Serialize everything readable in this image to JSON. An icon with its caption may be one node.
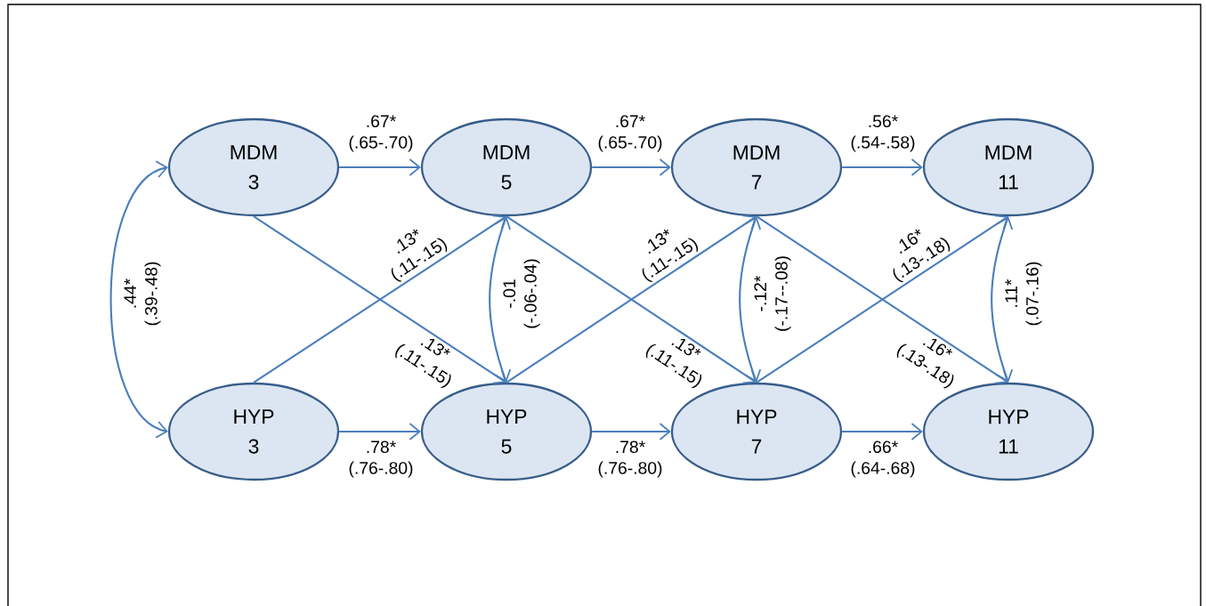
{
  "diagram": {
    "nodes": [
      {
        "text": [
          "MDM 3"
        ]
      },
      {
        "text": [
          "MDM 5"
        ]
      },
      {
        "text": [
          "MDM 7"
        ]
      },
      {
        "text": [
          "MDM 11"
        ]
      },
      {
        "text": [
          "HYP 3"
        ]
      },
      {
        "text": [
          "HYP 5"
        ]
      },
      {
        "text": [
          "HYP 7"
        ]
      },
      {
        "text": [
          "HYP 11"
        ]
      }
    ],
    "edges": [
      {
        "from": 0,
        "to": 1,
        "arrow": "to",
        "label": ".67* (.65-.70)"
      },
      {
        "from": 1,
        "to": 2,
        "arrow": "to",
        "label": ".67* (.65-.70)"
      },
      {
        "from": 2,
        "to": 3,
        "arrow": "to",
        "label": ".56* (.54-.58)"
      },
      {
        "from": 4,
        "to": 5,
        "arrow": "to",
        "label": ".78* (.76-.80)"
      },
      {
        "from": 5,
        "to": 6,
        "arrow": "to",
        "label": ".78* (.76-.80)"
      },
      {
        "from": 6,
        "to": 7,
        "arrow": "to",
        "label": ".66* (.64-.68)"
      },
      {
        "from": 0,
        "to": 5,
        "arrow": "to",
        "label": ".13* (.11-.15)"
      },
      {
        "from": 4,
        "to": 1,
        "arrow": "to",
        "label": ".13* (.11-.15)"
      },
      {
        "from": 1,
        "to": 6,
        "arrow": "to",
        "label": ".13* (.11-.15)"
      },
      {
        "from": 5,
        "to": 2,
        "arrow": "to",
        "label": ".13* (.11-.15)"
      },
      {
        "from": 2,
        "to": 7,
        "arrow": "to",
        "label": ".16* (.13-.18)"
      },
      {
        "from": 6,
        "to": 3,
        "arrow": "to",
        "label": ".16* (.13-.18)"
      },
      {
        "from": 0,
        "to": 4,
        "arrow": "both",
        "label": ".44* (.39-.48)"
      },
      {
        "from": 1,
        "to": 5,
        "arrow": "both",
        "label": "-.01 (-.06-.04)"
      },
      {
        "from": 2,
        "to": 6,
        "arrow": "both",
        "label": "-.12* (-.17--.08)"
      },
      {
        "from": 3,
        "to": 7,
        "arrow": "both",
        "label": ".11* (.07-.16)"
      }
    ]
  }
}
